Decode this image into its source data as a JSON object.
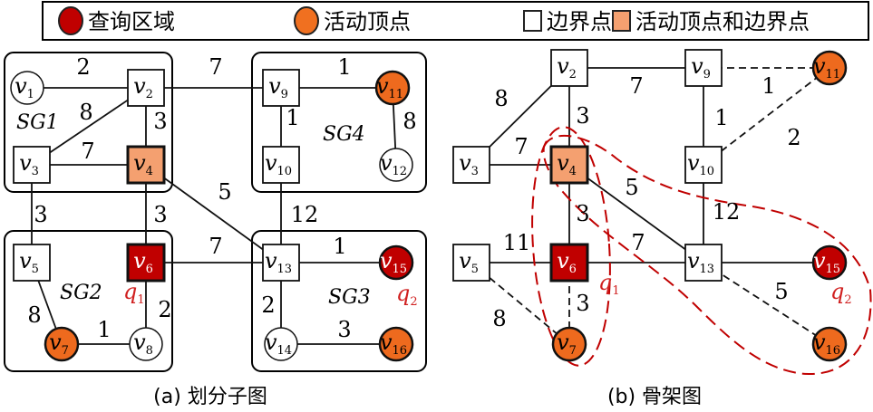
{
  "legend": [
    {
      "label": "查询区域",
      "shape": "circle",
      "color": "#c00000"
    },
    {
      "label": "活动顶点",
      "shape": "circle",
      "color": "#f07020"
    },
    {
      "label": "边界点",
      "shape": "square",
      "color": "#ffffff"
    },
    {
      "label": "活动顶点和边界点",
      "shape": "square",
      "color": "#f4a070"
    }
  ],
  "colors": {
    "query": "#c00000",
    "active": "#ee6a1e",
    "border_active": "#f4a070",
    "region_outline": "#c00000"
  },
  "panel_a": {
    "caption": "(a) 划分子图",
    "subgraphs": [
      "SG1",
      "SG2",
      "SG3",
      "SG4"
    ],
    "query_labels": [
      "q1",
      "q2"
    ],
    "nodes": [
      {
        "id": "v1",
        "type": "circle"
      },
      {
        "id": "v2",
        "type": "square"
      },
      {
        "id": "v3",
        "type": "square"
      },
      {
        "id": "v4",
        "type": "square-active"
      },
      {
        "id": "v5",
        "type": "square"
      },
      {
        "id": "v6",
        "type": "square-query"
      },
      {
        "id": "v7",
        "type": "circle-active"
      },
      {
        "id": "v8",
        "type": "circle"
      },
      {
        "id": "v9",
        "type": "square"
      },
      {
        "id": "v10",
        "type": "square"
      },
      {
        "id": "v11",
        "type": "circle-active"
      },
      {
        "id": "v12",
        "type": "circle"
      },
      {
        "id": "v13",
        "type": "square"
      },
      {
        "id": "v14",
        "type": "circle"
      },
      {
        "id": "v15",
        "type": "circle-query"
      },
      {
        "id": "v16",
        "type": "circle-active"
      }
    ],
    "edges": [
      {
        "from": "v1",
        "to": "v2",
        "w": "2"
      },
      {
        "from": "v2",
        "to": "v9",
        "w": "7"
      },
      {
        "from": "v9",
        "to": "v11",
        "w": "1"
      },
      {
        "from": "v2",
        "to": "v3",
        "w": "8"
      },
      {
        "from": "v2",
        "to": "v4",
        "w": "3"
      },
      {
        "from": "v3",
        "to": "v4",
        "w": "7"
      },
      {
        "from": "v9",
        "to": "v10",
        "w": "1"
      },
      {
        "from": "v11",
        "to": "v12",
        "w": "8"
      },
      {
        "from": "v3",
        "to": "v5",
        "w": "3"
      },
      {
        "from": "v4",
        "to": "v6",
        "w": "3"
      },
      {
        "from": "v4",
        "to": "v13",
        "w": "5"
      },
      {
        "from": "v10",
        "to": "v13",
        "w": "12"
      },
      {
        "from": "v6",
        "to": "v13",
        "w": "7"
      },
      {
        "from": "v13",
        "to": "v15",
        "w": "1"
      },
      {
        "from": "v5",
        "to": "v7",
        "w": "8"
      },
      {
        "from": "v6",
        "to": "v8",
        "w": "2"
      },
      {
        "from": "v7",
        "to": "v8",
        "w": "1"
      },
      {
        "from": "v13",
        "to": "v14",
        "w": "2"
      },
      {
        "from": "v14",
        "to": "v16",
        "w": "3"
      }
    ]
  },
  "panel_b": {
    "caption": "(b) 骨架图",
    "query_labels": [
      "q1",
      "q2"
    ],
    "nodes": [
      {
        "id": "v2",
        "type": "square"
      },
      {
        "id": "v9",
        "type": "square"
      },
      {
        "id": "v11",
        "type": "circle-active"
      },
      {
        "id": "v3",
        "type": "square"
      },
      {
        "id": "v4",
        "type": "square-active"
      },
      {
        "id": "v10",
        "type": "square"
      },
      {
        "id": "v5",
        "type": "square"
      },
      {
        "id": "v6",
        "type": "square-query"
      },
      {
        "id": "v13",
        "type": "square"
      },
      {
        "id": "v15",
        "type": "circle-query"
      },
      {
        "id": "v7",
        "type": "circle-active"
      },
      {
        "id": "v16",
        "type": "circle-active"
      }
    ],
    "edges": [
      {
        "from": "v2",
        "to": "v9",
        "w": "7",
        "dashed": false
      },
      {
        "from": "v9",
        "to": "v11",
        "w": "1",
        "dashed": true
      },
      {
        "from": "v2",
        "to": "v3",
        "w": "8",
        "dashed": false
      },
      {
        "from": "v2",
        "to": "v4",
        "w": "3",
        "dashed": false
      },
      {
        "from": "v3",
        "to": "v4",
        "w": "7",
        "dashed": false
      },
      {
        "from": "v9",
        "to": "v10",
        "w": "1",
        "dashed": false
      },
      {
        "from": "v11",
        "to": "v10",
        "w": "2",
        "dashed": true
      },
      {
        "from": "v4",
        "to": "v13",
        "w": "5",
        "dashed": false
      },
      {
        "from": "v4",
        "to": "v6",
        "w": "3",
        "dashed": false
      },
      {
        "from": "v10",
        "to": "v13",
        "w": "12",
        "dashed": false
      },
      {
        "from": "v5",
        "to": "v6",
        "w": "11",
        "dashed": false
      },
      {
        "from": "v6",
        "to": "v13",
        "w": "7",
        "dashed": false
      },
      {
        "from": "v13",
        "to": "v15",
        "w": "",
        "dashed": false
      },
      {
        "from": "v13",
        "to": "v16",
        "w": "5",
        "dashed": true
      },
      {
        "from": "v5",
        "to": "v7",
        "w": "8",
        "dashed": true
      },
      {
        "from": "v6",
        "to": "v7",
        "w": "3",
        "dashed": true
      }
    ]
  }
}
